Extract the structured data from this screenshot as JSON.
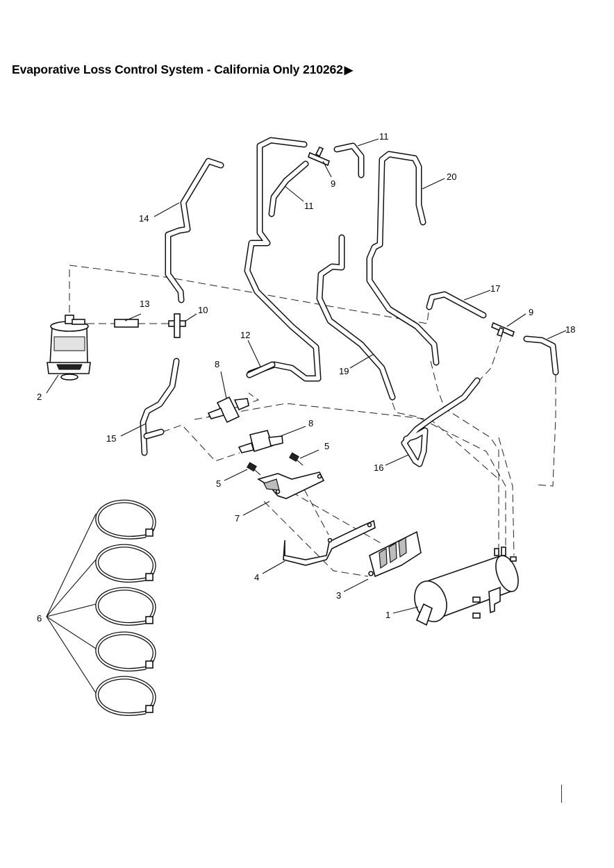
{
  "title": "Evaporative Loss Control System - California Only 210262",
  "title_arrow_icon": "play-arrow-icon",
  "callouts": {
    "c1": "1",
    "c2": "2",
    "c3": "3",
    "c4": "4",
    "c5a": "5",
    "c5b": "5",
    "c6": "6",
    "c7": "7",
    "c8a": "8",
    "c8b": "8",
    "c9a": "9",
    "c9b": "9",
    "c10": "10",
    "c11a": "11",
    "c11b": "11",
    "c12": "12",
    "c13": "13",
    "c14": "14",
    "c15": "15",
    "c16": "16",
    "c17": "17",
    "c18": "18",
    "c19": "19",
    "c20": "20"
  }
}
